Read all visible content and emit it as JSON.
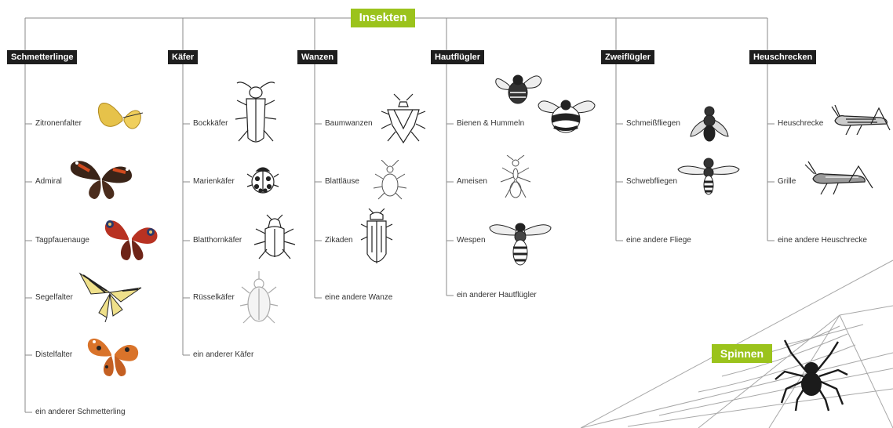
{
  "root": "Insekten",
  "spiders": "Spinnen",
  "categories": [
    {
      "label": "Schmetterlinge",
      "items": [
        "Zitronenfalter",
        "Admiral",
        "Tagpfauenauge",
        "Segelfalter",
        "Distelfalter",
        "ein anderer Schmetterling"
      ]
    },
    {
      "label": "Käfer",
      "items": [
        "Bockkäfer",
        "Marienkäfer",
        "Blatthornkäfer",
        "Rüsselkäfer",
        "ein anderer Käfer"
      ]
    },
    {
      "label": "Wanzen",
      "items": [
        "Baumwanzen",
        "Blattläuse",
        "Zikaden",
        "eine andere Wanze"
      ]
    },
    {
      "label": "Hautflügler",
      "items": [
        "Bienen & Hummeln",
        "Ameisen",
        "Wespen",
        "ein anderer Hautflügler"
      ]
    },
    {
      "label": "Zweiflügler",
      "items": [
        "Schmeißfliegen",
        "Schwebfliegen",
        "eine andere Fliege"
      ]
    },
    {
      "label": "Heuschrecken",
      "items": [
        "Heuschrecke",
        "Grille",
        "eine andere Heuschrecke"
      ]
    }
  ],
  "colors": {
    "accent": "#9bc31c",
    "label_bg": "#1e1e1e",
    "line": "#8a8a8a"
  },
  "icons": [
    "butterfly-icon",
    "beetle-icon",
    "bug-icon",
    "bee-icon",
    "fly-icon",
    "grasshopper-icon",
    "spider-icon",
    "spiderweb-icon"
  ]
}
